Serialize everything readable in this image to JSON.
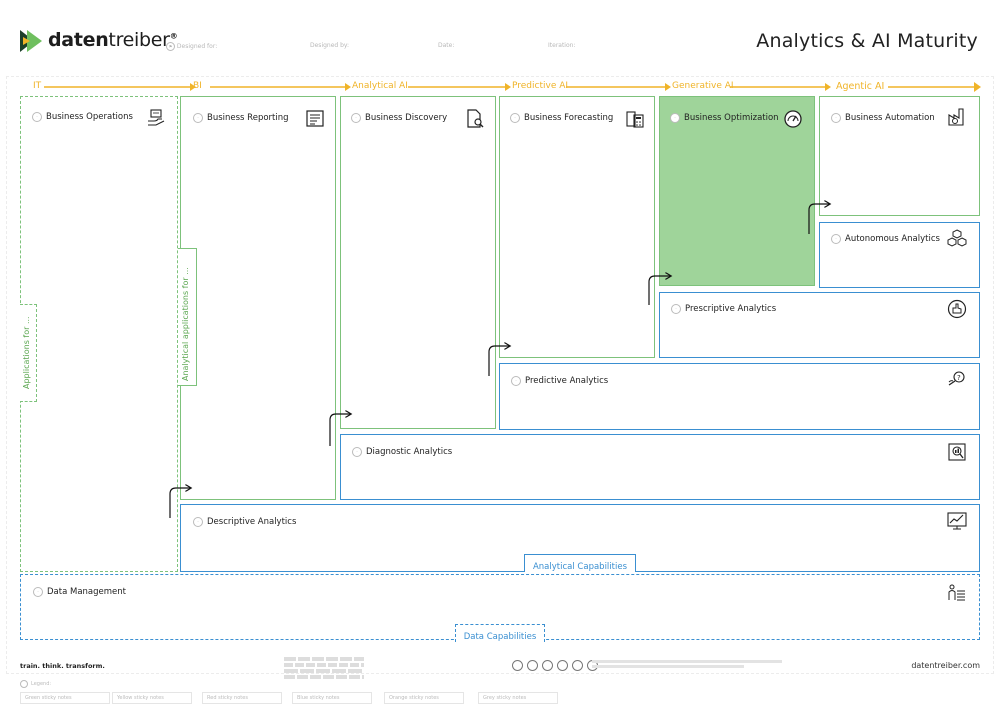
{
  "header": {
    "logo_text_bold": "daten",
    "logo_text_light": "treiber",
    "logo_mark": "®",
    "meta_fields": [
      "Designed for:",
      "Designed by:",
      "Date:",
      "Iteration:"
    ],
    "title": "Analytics & AI Maturity"
  },
  "stages": [
    "IT",
    "BI",
    "Analytical AI",
    "Predictive AI",
    "Generative AI",
    "Agentic AI"
  ],
  "side_labels": {
    "applications": "Applications for ...",
    "analytical_applications": "Analytical applications for ..."
  },
  "applications": [
    {
      "label": "Business Operations",
      "icon": "hand-laptop-icon"
    },
    {
      "label": "Business Reporting",
      "icon": "report-list-icon"
    },
    {
      "label": "Business Discovery",
      "icon": "document-search-icon"
    },
    {
      "label": "Business Forecasting",
      "icon": "calculator-clipboard-icon"
    },
    {
      "label": "Business Optimization",
      "icon": "gauge-icon"
    },
    {
      "label": "Business Automation",
      "icon": "factory-gear-icon"
    }
  ],
  "capabilities": [
    {
      "label": "Autonomous Analytics",
      "icon": "hexagon-network-icon"
    },
    {
      "label": "Prescriptive Analytics",
      "icon": "hand-up-icon"
    },
    {
      "label": "Predictive Analytics",
      "icon": "crystal-ball-icon"
    },
    {
      "label": "Diagnostic Analytics",
      "icon": "magnifier-chart-icon"
    },
    {
      "label": "Descriptive Analytics",
      "icon": "line-chart-icon"
    },
    {
      "label": "Data Management",
      "icon": "person-database-icon"
    }
  ],
  "group_labels": {
    "analytical_capabilities": "Analytical Capabilities",
    "data_capabilities": "Data Capabilities"
  },
  "footer": {
    "slogan": "train. think. transform.",
    "website": "datentreiber.com",
    "legend_label": "Legend:",
    "sticky_notes": [
      "Green sticky notes",
      "Yellow sticky notes",
      "Red sticky notes",
      "Blue sticky notes",
      "Orange sticky notes",
      "Grey sticky notes"
    ]
  },
  "colors": {
    "stage_arrow": "#f0b429",
    "green_border": "#7dc27b",
    "blue_border": "#3a8fd1",
    "highlight_fill": "#9fd49a"
  }
}
